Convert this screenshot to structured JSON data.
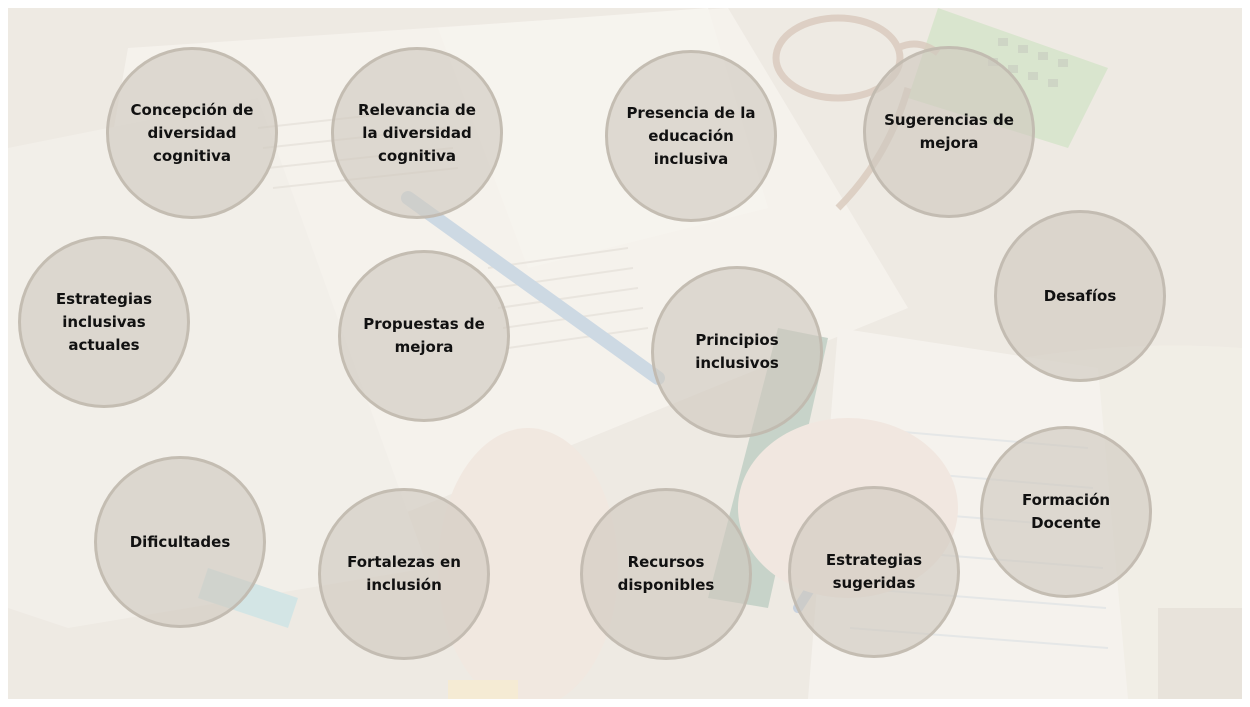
{
  "nodes": [
    {
      "label": "Concepción de diversidad cognitiva"
    },
    {
      "label": "Relevancia de la diversidad cognitiva"
    },
    {
      "label": "Presencia de la educación inclusiva"
    },
    {
      "label": "Sugerencias de mejora"
    },
    {
      "label": "Estrategias inclusivas actuales"
    },
    {
      "label": "Propuestas de mejora"
    },
    {
      "label": "Principios inclusivos"
    },
    {
      "label": "Desafíos"
    },
    {
      "label": "Dificultades"
    },
    {
      "label": "Fortalezas en inclusión"
    },
    {
      "label": "Recursos disponibles"
    },
    {
      "label": "Estrategias sugeridas"
    },
    {
      "label": "Formación Docente"
    }
  ],
  "background": {
    "paper_color": "#f4f1ec",
    "pencil_color": "#6a9bd0",
    "glasses_color": "#8a5c3a",
    "calculator_color": "#7fc46a",
    "ruler_color": "#2f6b4e",
    "hand_color": "#e8cfc0"
  }
}
